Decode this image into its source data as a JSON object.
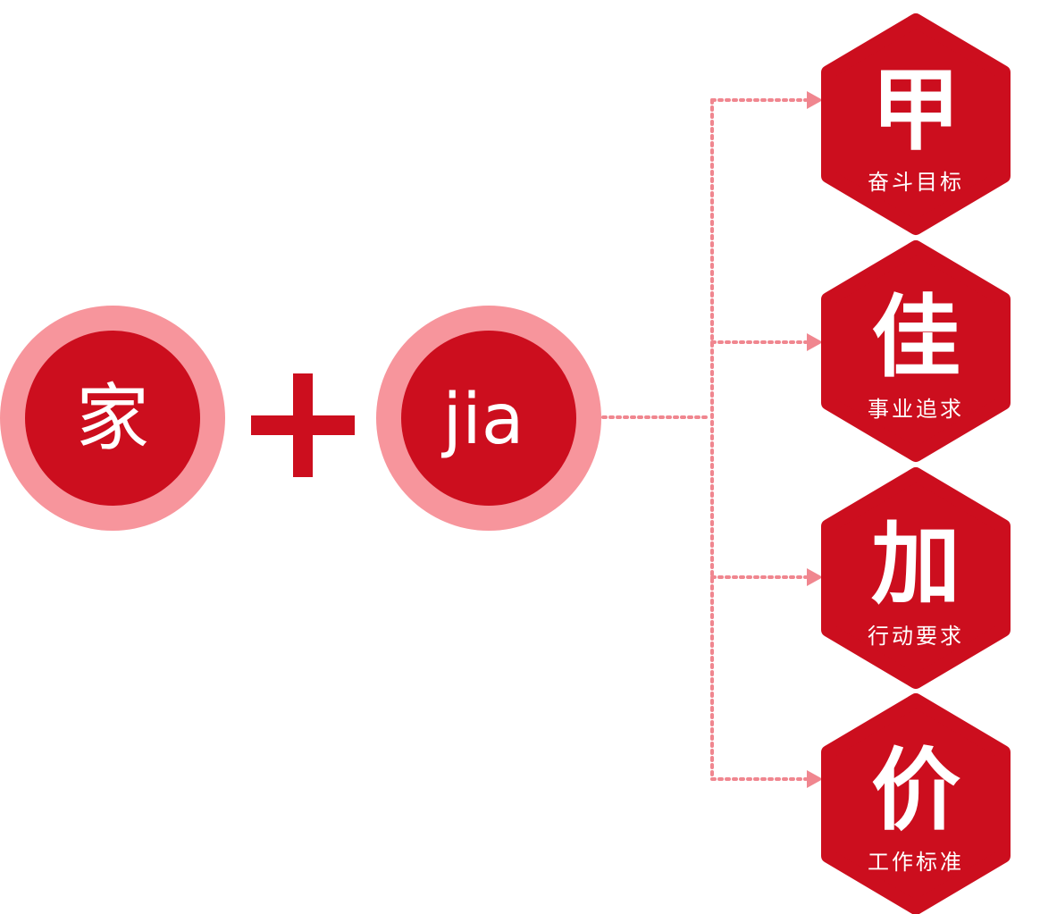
{
  "colors": {
    "primary_red": "#cc0e1e",
    "ring_pink": "#f7959c",
    "connector_pink": "#f0868f",
    "text_white": "#ffffff"
  },
  "left_circle": {
    "text": "家"
  },
  "operator": {
    "symbol": "plus"
  },
  "right_circle": {
    "text": "jia"
  },
  "branches": [
    {
      "char": "甲",
      "subtitle": "奋斗目标"
    },
    {
      "char": "佳",
      "subtitle": "事业追求"
    },
    {
      "char": "加",
      "subtitle": "行动要求"
    },
    {
      "char": "价",
      "subtitle": "工作标准"
    }
  ]
}
